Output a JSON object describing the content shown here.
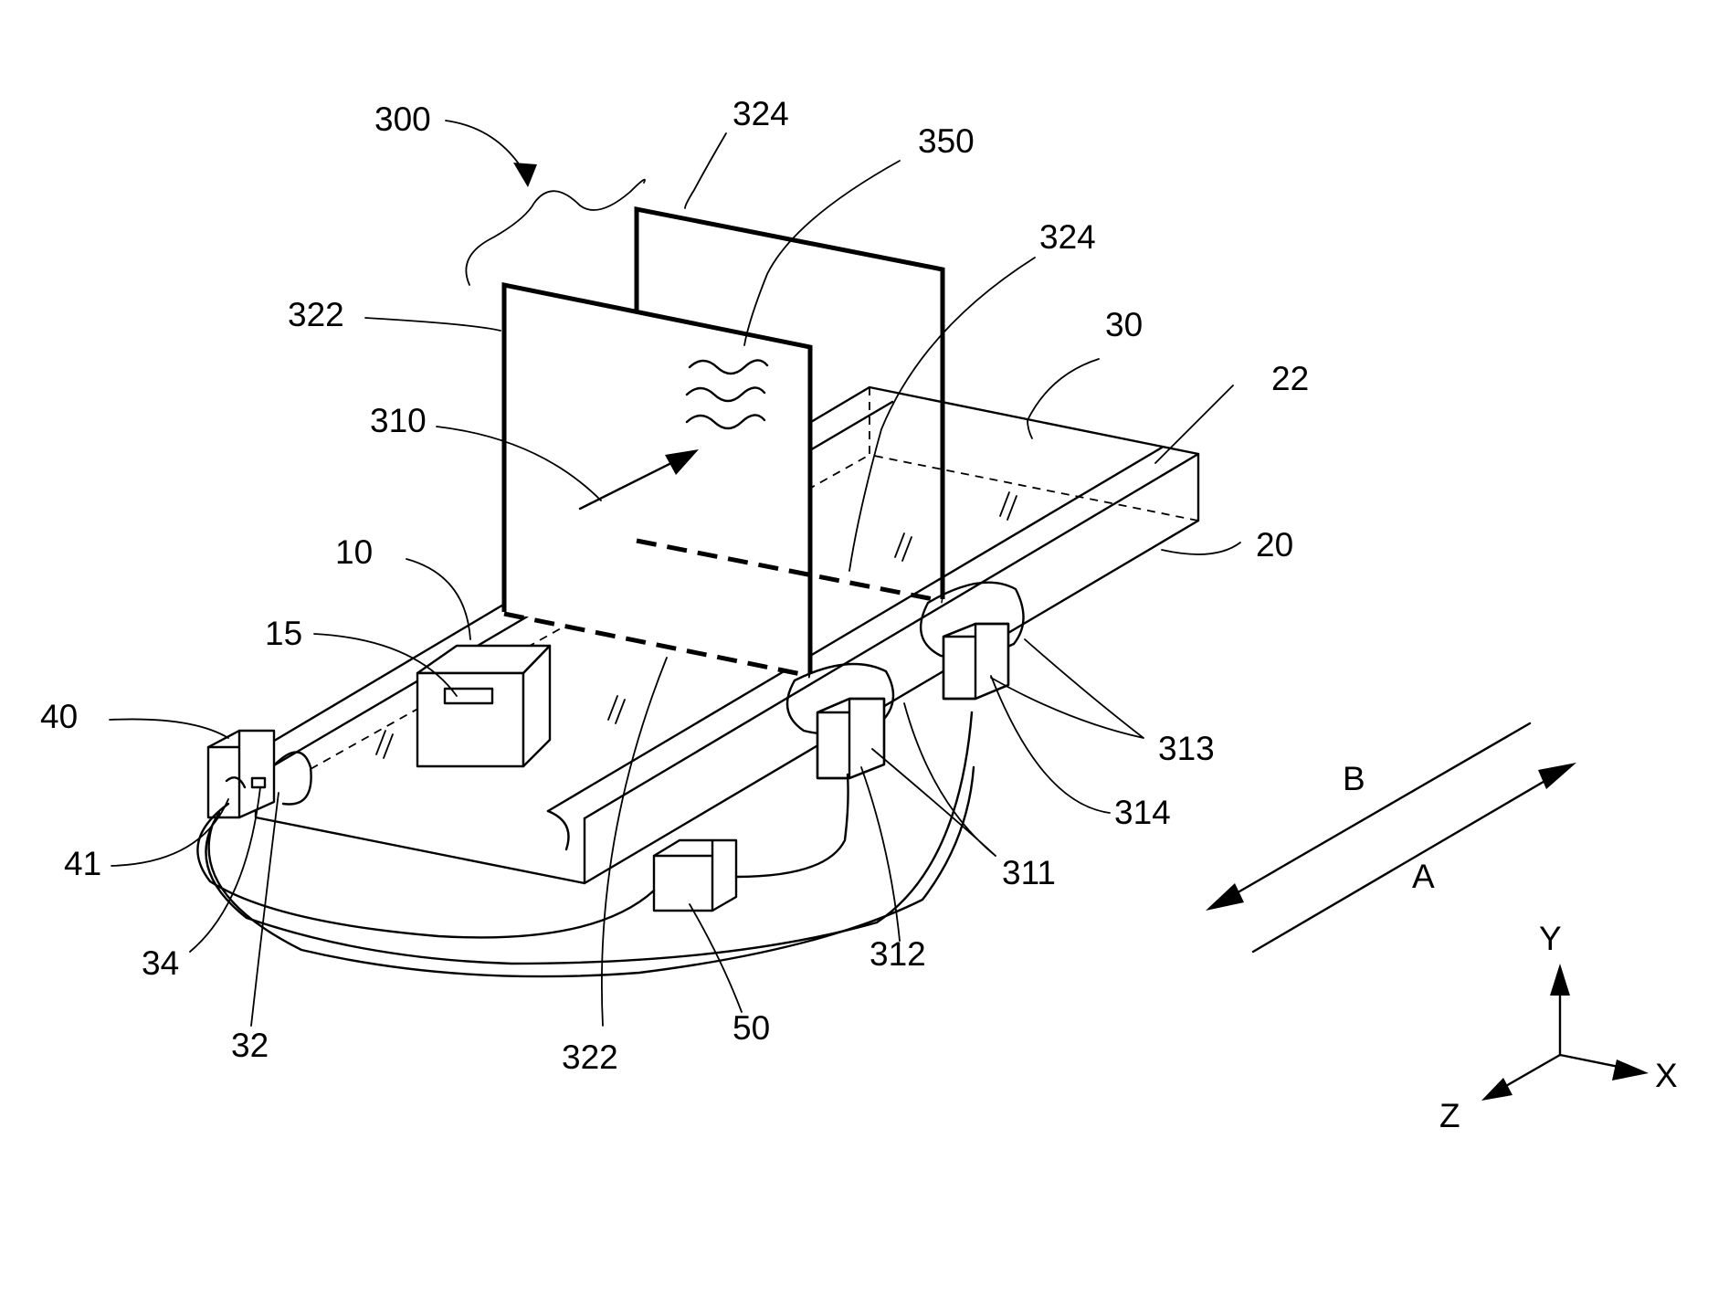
{
  "labels": {
    "l300": "300",
    "l324a": "324",
    "l350": "350",
    "l324b": "324",
    "l322a": "322",
    "l30": "30",
    "l22": "22",
    "l310": "310",
    "l20": "20",
    "l10": "10",
    "l15": "15",
    "l40": "40",
    "l313": "313",
    "lB": "B",
    "l314": "314",
    "l41": "41",
    "l311": "311",
    "lA": "A",
    "l34": "34",
    "l312": "312",
    "lY": "Y",
    "l32": "32",
    "l322b": "322",
    "l50": "50",
    "lX": "X",
    "lZ": "Z"
  }
}
